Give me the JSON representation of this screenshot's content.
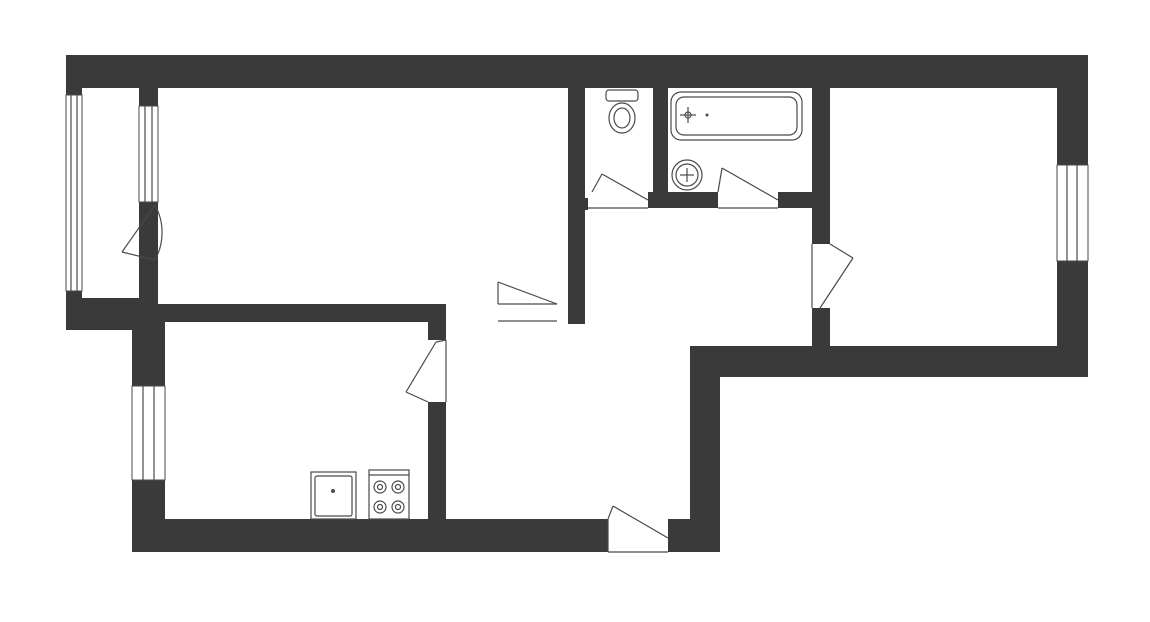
{
  "plan": {
    "type": "apartment-floor-plan",
    "rooms": [
      {
        "id": "living-room"
      },
      {
        "id": "bedroom"
      },
      {
        "id": "kitchen"
      },
      {
        "id": "hallway"
      },
      {
        "id": "toilet"
      },
      {
        "id": "bathroom"
      },
      {
        "id": "loggia"
      }
    ],
    "fixtures": [
      "toilet-icon",
      "bathtub-icon",
      "washbasin-icon",
      "kitchen-sink-icon",
      "stove-icon"
    ],
    "colors": {
      "wall": "#3a3a3a",
      "background": "#ffffff",
      "line": "#4a4a4a"
    }
  }
}
